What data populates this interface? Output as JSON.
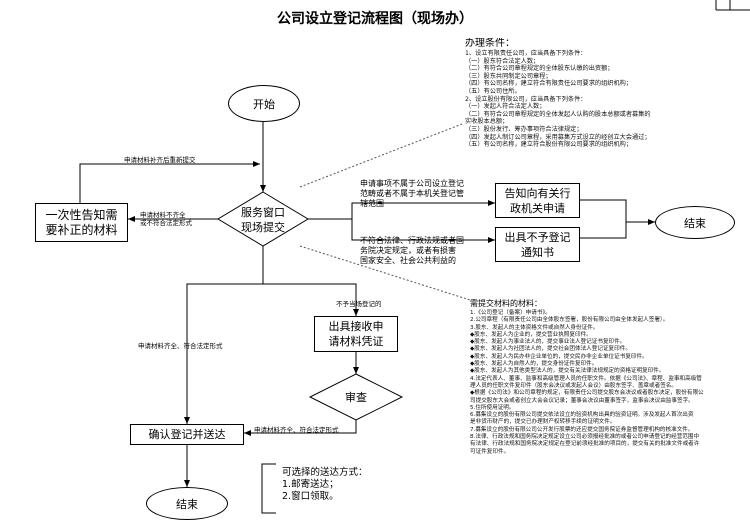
{
  "title": "公司设立登记流程图（现场办）",
  "nodes": {
    "start": "开始",
    "notice_box": "一次性告知需\n要补正的材料",
    "service_window": "服务窗口\n现场提交",
    "not_in_scope_box": "告知向有关行\n政机关申请",
    "not_accepted_box": "出具不予登记\n通知书",
    "end_right": "结束",
    "receipt_box": "出具接收申\n请材料凭证",
    "review": "审查",
    "confirm_box": "确认登记并送达",
    "end_bottom": "结束"
  },
  "edges": {
    "resubmit": "申请材料补齐后重新提交",
    "incomplete": "申请材料不齐全\n或不符合法定形式",
    "out_of_scope": "申请事项不属于公司设立登记\n范畴或者不属于本机关登记管\n辖范围",
    "not_legal": "不符合法律、行政法规或者国\n务院决定规定，或者有损害\n国家安全、社会公共利益的",
    "need_verify": "不予当场登记的",
    "complete_left": "申请材料齐全、符合法定形式",
    "complete_bottom": "申请材料齐全、符合法定形式"
  },
  "delivery_note": "可选择的送达方式：\n1.邮寄送达；\n2.窗口领取。",
  "conditions_panel": {
    "heading": "办理条件：",
    "body": "1、设立有限责任公司，应当具备下列条件：\n（一）股东符合法定人数；\n（二）有符合公司章程规定的全体股东认缴的出资额；\n（三）股东共同制定公司章程；\n（四）有公司名称，建立符合有限责任公司要求的组织机构；\n（五）有公司住所。\n2、设立股份有限公司，应当具备下列条件：\n（一）发起人符合法定人数；\n（二）有符合公司章程规定的全体发起人认购的股本总额或者募集的\n实收股本总额；\n（三）股份发行、筹办事项符合法律规定；\n（四）发起人制订公司章程，采用募集方式设立的经创立大会通过；\n（五）有公司名称，建立符合股份有限公司要求的组织机构；"
  },
  "materials_panel": {
    "heading": "需提交材料的材料：",
    "body": "1.《公司登记（备案）申请书》。\n2.公司章程（有限责任公司由全体股东签署，股份有限公司由全体发起人签署）。\n3.股东、发起人的主体资格文件或自然人身份证件。\n◆股东、发起人为企业的，提交营业执照复印件。\n◆股东、发起人为事业法人的，提交事业法人登记证书复印件。\n◆股东、发起人为社团法人的，提交社会团体法人登记证复印件。\n◆股东、发起人为民办非企业单位的，提交民办非企业单位证书复印件。\n◆股东、发起人为自然人的，提交身份证件复印件。\n◆股东、发起人为其他类型法人的，提交有关法律法规规定的资格证明复印件。\n4.法定代表人、董事、监事和高级管理人员的任职文件。依据《公司法》、章程、监事和高级管\n理人员的任职文件复印件（股东会决议或发起人会议）由股东签字、盖章或者签名。\n◆根据《公司法》和公司章程的规定，有限责任公司提交股东会决议或者股东决定，股份有限公\n司提交股东大会或者创立大会会议记录；董事会决议由董事签字，监事会决议由监事签字。\n5.住所使用证明。\n6.募集设立的股份有限公司提交依法设立的验资机构出具的验资证明。涉及发起人首次出资\n是非货币财产的，提交已办理财产权转移手续的证明文件。\n7.募集设立的股份有限公司公开发行股票的还应提交国务院证券监督管理机构的核准文件。\n8.法律、行政法规和国务院决定规定设立公司必须报经批准的或者公司申请登记的经营范围中\n有法律、行政法规和国务院决定规定在登记前须经批准的项目的，提交有关的批准文件或者许\n可证件复印件。"
  },
  "colors": {
    "line": "#000000",
    "dash": "#555555"
  }
}
